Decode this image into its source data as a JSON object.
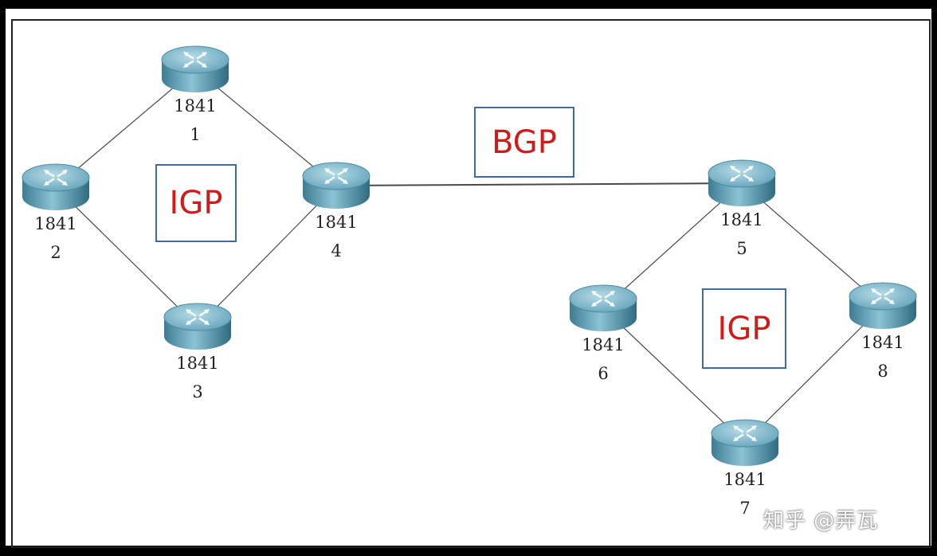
{
  "routers": [
    {
      "id": "1",
      "model": "1841"
    },
    {
      "id": "2",
      "model": "1841"
    },
    {
      "id": "3",
      "model": "1841"
    },
    {
      "id": "4",
      "model": "1841"
    },
    {
      "id": "5",
      "model": "1841"
    },
    {
      "id": "6",
      "model": "1841"
    },
    {
      "id": "7",
      "model": "1841"
    },
    {
      "id": "8",
      "model": "1841"
    }
  ],
  "links": [
    [
      "1",
      "2"
    ],
    [
      "1",
      "4"
    ],
    [
      "2",
      "3"
    ],
    [
      "3",
      "4"
    ],
    [
      "4",
      "5"
    ],
    [
      "5",
      "6"
    ],
    [
      "5",
      "8"
    ],
    [
      "6",
      "7"
    ],
    [
      "7",
      "8"
    ]
  ],
  "labels": {
    "igp_left": "IGP",
    "bgp": "BGP",
    "igp_right": "IGP"
  },
  "watermark": "知乎 @弄瓦",
  "colors": {
    "label_text": "#d11a1a",
    "label_border": "#3d6aa8",
    "router_body": "#5fa0b8"
  }
}
